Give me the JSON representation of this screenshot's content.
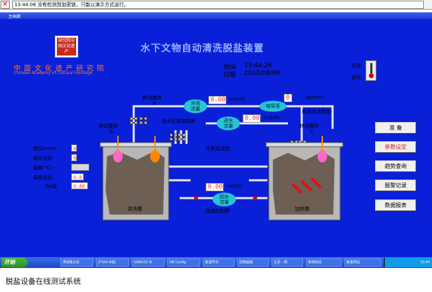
{
  "alarm": {
    "close_symbol": "✕",
    "message": "13:44:06 没有检测到加密锁，只能以演示方式运行。"
  },
  "window": {
    "title": "主画面"
  },
  "header": {
    "main_title": "水下文物自动清洗脱盐装置",
    "logo_text": "研究院中国文化遗产",
    "org_cn": "中 国 文 化 遗 产 研 究 院",
    "org_en": "Chinese Academy of Cultural Heritage",
    "time_label": "时间",
    "time_value": "13:44:26",
    "date_label": "日期",
    "date_value": "2012/08/09"
  },
  "mode": {
    "manual": "手动",
    "auto": "自动"
  },
  "labels": {
    "stirrer_b": "移动搅拌",
    "stirrer_b_id": "B",
    "stirrer_a": "移动搅拌",
    "stirrer_a_id": "A",
    "stirrer_c": "移动搅拌",
    "stirrer_c_id": "C",
    "inlet_valve": "进水区域选择阀",
    "balance_pipe": "平衡溢流管",
    "connect_pipe": "连通控制管",
    "local_pipe": "局部清洗管路",
    "wash_tank": "清洗槽",
    "heat_tank": "加热槽",
    "flush_flow": "冲洗\n流量",
    "inlet_flow": "进水\n流量",
    "return_flow": "回水\n流量",
    "conductivity": "电导率"
  },
  "readings": {
    "flush_flow_value": "0.00",
    "flush_flow_unit": "(m3/h)",
    "inlet_flow_value": "0.00",
    "inlet_flow_unit": "(m3/h)",
    "return_flow_value": "0.00",
    "return_flow_unit": "(m3/h)",
    "conductivity_value": "0",
    "conductivity_unit": "(μs/cm)"
  },
  "params": {
    "level_label": "液位(mm):",
    "level_value": "0",
    "level_set_label": "液位设定:",
    "level_set_value": "0",
    "temp_label": "温度(℃):",
    "temp_value": "",
    "temp_set_label": "温度设定:",
    "temp_set_value": "0.0",
    "ph_label": "PH值:",
    "ph_value": "0.00"
  },
  "buttons": [
    "准 备",
    "参数设定",
    "趋势查询",
    "报警记录",
    "数据报表"
  ],
  "taskbar": {
    "start": "开始",
    "items": [
      "浮动笔记本",
      "(F342-6组)",
      "GSM232 N",
      "VB Config",
      "紫金昨天",
      "控制面板",
      "主页 - 网",
      "系统启动",
      "紫金网站"
    ],
    "clock": "13:44"
  },
  "caption": "脱盐设备在线测试系统",
  "colors": {
    "background": "#0a1fd8",
    "value_text": "#ff3030",
    "ellipse": "#29c4d4"
  }
}
